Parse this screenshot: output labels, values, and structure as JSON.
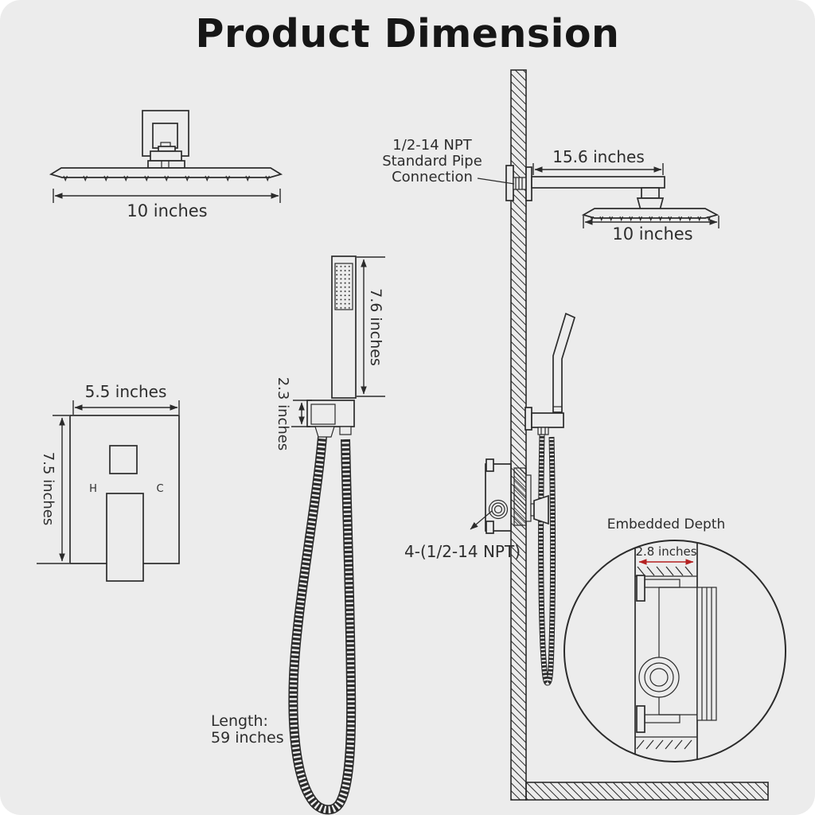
{
  "title": "Product Dimension",
  "colors": {
    "background": "#ececec",
    "line": "#2b2b2b",
    "accent_red": "#b42121"
  },
  "top_view": {
    "width_label": "10 inches"
  },
  "wall_mount": {
    "connection_label_lines": [
      "1/2-14 NPT",
      "Standard Pipe",
      "Connection"
    ],
    "arm_length_label": "15.6 inches",
    "head_width_label": "10 inches"
  },
  "handheld": {
    "wand_length_label": "7.6 inches",
    "holder_height_label": "2.3 inches",
    "hose_length_label_line1": "Length:",
    "hose_length_label_line2": "59 inches"
  },
  "valve": {
    "width_label": "5.5 inches",
    "height_label": "7.5 inches",
    "hot_label": "H",
    "cold_label": "C",
    "ports_label": "4-(1/2-14 NPT)"
  },
  "embedded_detail": {
    "title": "Embedded Depth",
    "depth_label": "2.8 inches"
  }
}
